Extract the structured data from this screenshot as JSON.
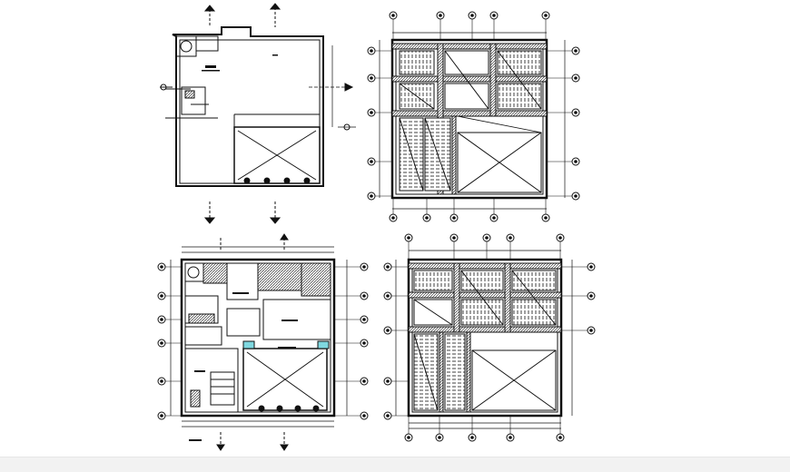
{
  "drawing": {
    "description_colors": {
      "line": "#111111",
      "cyan_fixture": "#7fd8e0",
      "footer": "#f2f2f2"
    },
    "plans": [
      {
        "id": "roof-plan",
        "name": "plan-top-left"
      },
      {
        "id": "slab-plan-upper",
        "name": "plan-top-right"
      },
      {
        "id": "floor-plan",
        "name": "plan-bottom-left"
      },
      {
        "id": "slab-plan-lower",
        "name": "plan-bottom-right"
      }
    ]
  }
}
